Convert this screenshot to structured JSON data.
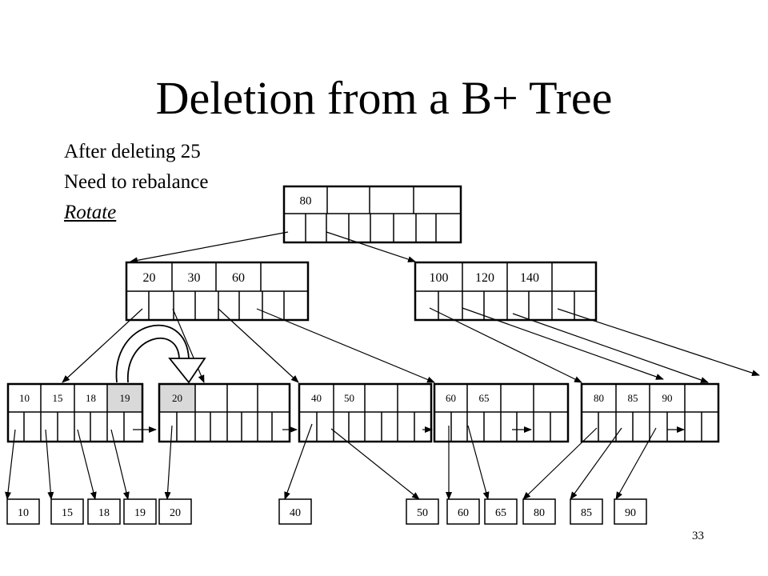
{
  "title": "Deletion from a B+ Tree",
  "notes": [
    "After deleting 25",
    "Need to rebalance",
    "Rotate"
  ],
  "page_number": "33",
  "highlight_color": "#d9d9d9",
  "root_node": {
    "keys": [
      "80",
      "",
      "",
      ""
    ]
  },
  "internal_nodes": [
    {
      "keys": [
        "20",
        "30",
        "60",
        ""
      ]
    },
    {
      "keys": [
        "100",
        "120",
        "140",
        ""
      ]
    }
  ],
  "leaf_nodes": [
    {
      "keys": [
        "10",
        "15",
        "18",
        "19"
      ],
      "highlighted": [
        3
      ]
    },
    {
      "keys": [
        "20",
        "",
        "",
        ""
      ],
      "highlighted": [
        0
      ]
    },
    {
      "keys": [
        "40",
        "50",
        "",
        ""
      ],
      "highlighted": []
    },
    {
      "keys": [
        "60",
        "65",
        "",
        ""
      ],
      "highlighted": []
    },
    {
      "keys": [
        "80",
        "85",
        "90",
        ""
      ],
      "highlighted": []
    }
  ],
  "records": [
    "10",
    "15",
    "18",
    "19",
    "20",
    "40",
    "50",
    "60",
    "65",
    "80",
    "85",
    "90"
  ]
}
